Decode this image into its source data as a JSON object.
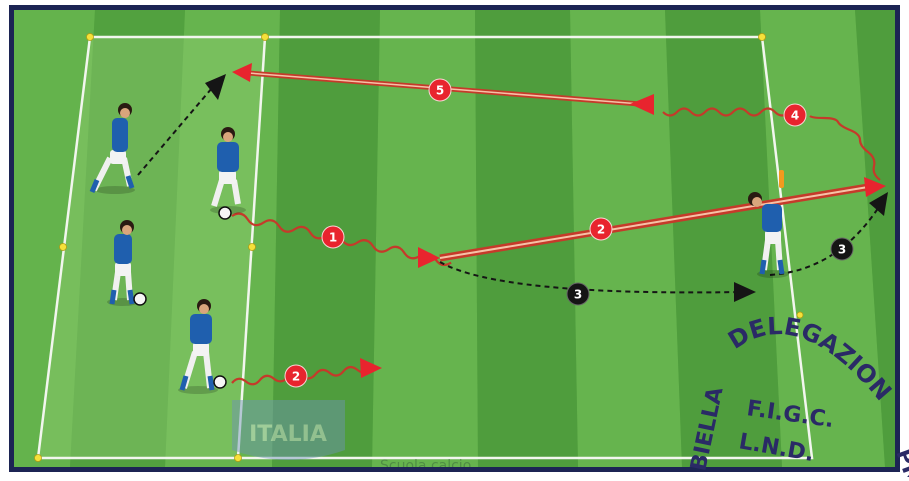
{
  "markers": {
    "m1": "1",
    "m2": "2",
    "m2b": "2",
    "m3a": "3",
    "m3b": "3",
    "m4": "4",
    "m5": "5"
  },
  "logo_text": "ITALIA",
  "watermark_text": "Scuola calcio",
  "stamp": {
    "top_arc": "DELEGAZIONE",
    "left_arc": "BIELLA",
    "right_arc": "PR",
    "line1": "F.I.G.C.",
    "line2": "L.N.D."
  },
  "colors": {
    "frame": "#1c2454",
    "grass_light": "#6cb84f",
    "grass_dark": "#4e9d3c",
    "lines": "#f2f6ee",
    "red": "#e8242e",
    "jersey": "#1f5fae",
    "stamp": "#2a2a66"
  }
}
